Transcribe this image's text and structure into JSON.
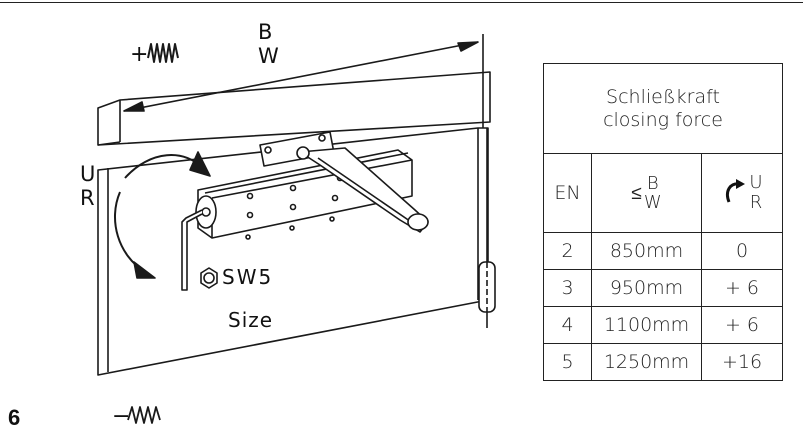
{
  "figure_number": "6",
  "labels": {
    "plus_spring": "+",
    "minus_spring": "−",
    "b": "B",
    "w": "W",
    "u": "U",
    "r": "R",
    "hex_key_size": "SW5",
    "size_word": "Size"
  },
  "table": {
    "title_de": "Schließkraft",
    "title_en": "closing force",
    "col_en": "EN",
    "col_le": "≤",
    "col_b": "B",
    "col_w": "W",
    "col_u": "U",
    "col_r": "R",
    "rows": [
      {
        "en": "2",
        "bw": "850mm",
        "ur": "0"
      },
      {
        "en": "3",
        "bw": "950mm",
        "ur": "+ 6"
      },
      {
        "en": "4",
        "bw": "1100mm",
        "ur": "+ 6"
      },
      {
        "en": "5",
        "bw": "1250mm",
        "ur": "+16"
      }
    ]
  },
  "icons": [
    "spring-plus-icon",
    "spring-minus-icon",
    "hexagon-socket-icon",
    "rotate-arrow-icon"
  ]
}
